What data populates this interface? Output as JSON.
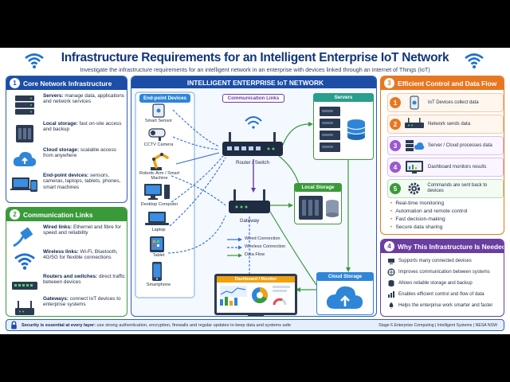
{
  "header": {
    "title": "Infrastructure Requirements for an Intelligent Enterprise IoT Network",
    "subtitle": "Investigate the infrastructure requirements for an intelligent network in an enterprise with devices linked through an Internet of Things (IoT)"
  },
  "section1": {
    "number": "1",
    "title": "Core Network Infrastructure",
    "items": [
      {
        "bold": "Servers:",
        "text": " manage data, applications and network services"
      },
      {
        "bold": "Local storage:",
        "text": " fast on-site access and backup"
      },
      {
        "bold": "Cloud storage:",
        "text": " scalable access from anywhere"
      },
      {
        "bold": "End-point devices:",
        "text": " sensors, cameras, laptops, tablets, phones, smart machines"
      }
    ]
  },
  "section2": {
    "number": "2",
    "title": "Communication Links",
    "items": [
      {
        "bold": "Wired links:",
        "text": " Ethernet and fibre for speed and reliability"
      },
      {
        "bold": "Wireless links:",
        "text": " Wi-Fi, Bluetooth, 4G/5G for flexible connections"
      },
      {
        "bold": "Routers and switches:",
        "text": " direct traffic between devices"
      },
      {
        "bold": "Gateways:",
        "text": " connect IoT devices to enterprise systems"
      }
    ]
  },
  "center": {
    "title": "INTELLIGENT ENTERPRISE IoT NETWORK",
    "endpoint_title": "End-point Devices",
    "comm_title": "Communication Links",
    "servers_title": "Servers",
    "local_title": "Local Storage",
    "cloud_title": "Cloud Storage",
    "devices": [
      "Smart Sensor",
      "CCTV Camera",
      "Robotic Arm / Smart Machine",
      "Desktop Computer",
      "Laptop",
      "Tablet",
      "Smartphone"
    ],
    "router_label": "Router / Switch",
    "gateway_label": "Gateway",
    "dashboard_title": "Dashboard / Monitor",
    "legend": [
      "Wired Connection",
      "Wireless Connection",
      "Data Flow"
    ]
  },
  "section3": {
    "number": "3",
    "title": "Efficient Control and Data Flow",
    "steps": [
      {
        "n": "1",
        "text": "IoT Devices collect data"
      },
      {
        "n": "2",
        "text": "Network sends data"
      },
      {
        "n": "3",
        "text": "Server / Cloud processes data"
      },
      {
        "n": "4",
        "text": "Dashboard monitors results"
      },
      {
        "n": "5",
        "text": "Commands are sent back to devices"
      }
    ],
    "bullets": [
      "Real-time monitoring",
      "Automation and remote control",
      "Fast decision-making",
      "Secure data sharing"
    ]
  },
  "section4": {
    "number": "4",
    "title": "Why This Infrastructure Is Needed",
    "items": [
      "Supports many connected devices",
      "Improves communication between systems",
      "Allows reliable storage and backup",
      "Enables efficient control and flow of data",
      "Helps the enterprise work smarter and faster"
    ]
  },
  "footer": {
    "bold": "Security is essential at every layer:",
    "text": " use strong authentication, encryption, firewalls and regular updates to keep data and systems safe",
    "credit": "Stage 6 Enterprise Computing | Intelligent Systems | NESA NSW"
  },
  "colors": {
    "blue": "#1d4ea6",
    "green": "#3a9a3a",
    "orange": "#e87722",
    "purple": "#6a3ea1"
  }
}
